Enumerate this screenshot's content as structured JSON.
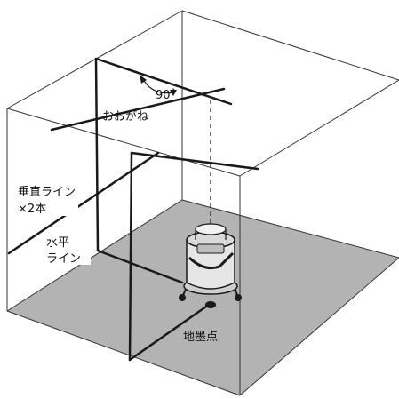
{
  "diagram": {
    "labels": {
      "angle": "90˚",
      "ceiling_point": "おおがね",
      "vertical_lines_line1": "垂直ライン",
      "vertical_lines_line2": "×2本",
      "horizontal_line1": "水平",
      "horizontal_line2": "ライン",
      "plumb_point": "地墨点"
    },
    "colors": {
      "line": "#1a1a1a",
      "floor": "#b3b3b3",
      "background": "#ffffff",
      "device_body": "#e6e6e6"
    }
  }
}
